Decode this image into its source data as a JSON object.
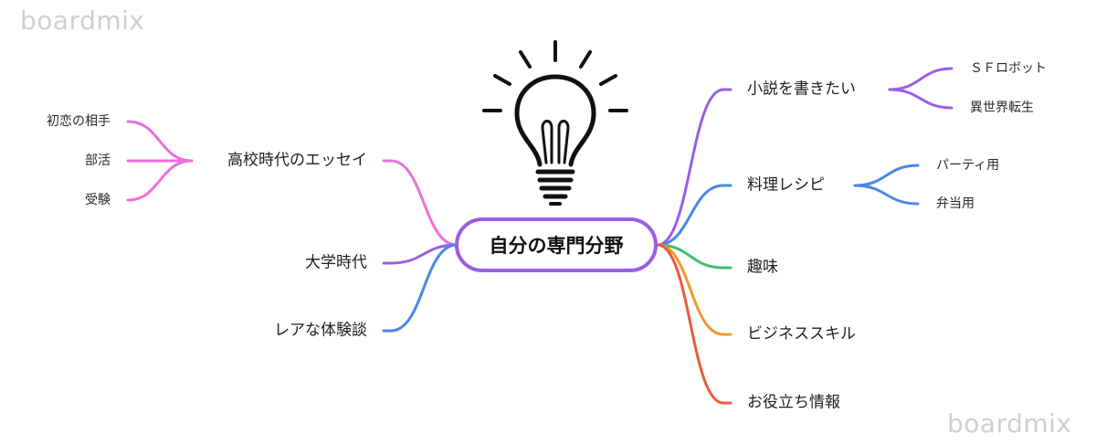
{
  "watermark": {
    "top_left": "boardmix",
    "bottom_right": "boardmix"
  },
  "icon": "lightbulb-icon",
  "colors": {
    "center_border": "#9b5de5",
    "purple": "#9b5de5",
    "blue": "#4a86e8",
    "pink": "#ec6fdc",
    "green": "#3fbf6f",
    "orange": "#f29a2e",
    "red": "#ee5a3c"
  },
  "center": {
    "label": "自分の専門分野"
  },
  "right_branches": [
    {
      "label": "小説を書きたい",
      "color": "purple",
      "children": [
        "ＳＦロボット",
        "異世界転生"
      ]
    },
    {
      "label": "料理レシピ",
      "color": "blue",
      "children": [
        "パーティ用",
        "弁当用"
      ]
    },
    {
      "label": "趣味",
      "color": "green",
      "children": []
    },
    {
      "label": "ビジネススキル",
      "color": "orange",
      "children": []
    },
    {
      "label": "お役立ち情報",
      "color": "red",
      "children": []
    }
  ],
  "left_branches": [
    {
      "label": "高校時代のエッセイ",
      "color": "pink",
      "children": [
        "初恋の相手",
        "部活",
        "受験"
      ]
    },
    {
      "label": "大学時代",
      "color": "purple",
      "children": []
    },
    {
      "label": "レアな体験談",
      "color": "blue",
      "children": []
    }
  ]
}
